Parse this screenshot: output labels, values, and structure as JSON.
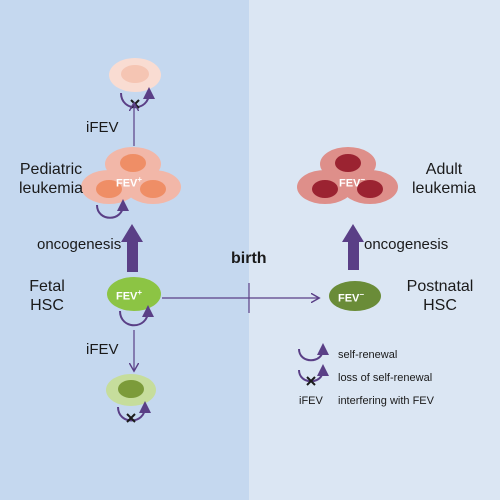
{
  "labels": {
    "ifev_top": "iFEV",
    "pediatric_leukemia": "Pediatric leukemia",
    "pediatric_line1": "Pediatric",
    "pediatric_line2": "leukemia",
    "oncogenesis_left": "oncogenesis",
    "fetal_line1": "Fetal",
    "fetal_line2": "HSC",
    "ifev_bottom": "iFEV",
    "birth": "birth",
    "adult_line1": "Adult",
    "adult_line2": "leukemia",
    "oncogenesis_right": "oncogenesis",
    "postnatal_line1": "Postnatal",
    "postnatal_line2": "HSC"
  },
  "cells": {
    "fev_plus_pediatric": "FEV",
    "fev_plus_pediatric_sup": "+",
    "fev_plus_fetal": "FEV",
    "fev_plus_fetal_sup": "+",
    "fev_minus_adult": "FEV",
    "fev_minus_adult_sup": "−",
    "fev_minus_postnatal": "FEV",
    "fev_minus_postnatal_sup": "−"
  },
  "legend": {
    "self_renewal": "self-renewal",
    "loss_of_self_renewal": "loss of self-renewal",
    "ifev_key": "iFEV",
    "ifev_meaning": "interfering with FEV"
  },
  "colors": {
    "left_panel": "#c5d8ef",
    "right_panel": "#dbe6f3",
    "arrow_purple": "#5a3f86",
    "fetal_green": "#8cc444",
    "postnatal_green": "#6a8c38",
    "pediatric_pink": "#f0a58c",
    "adult_red": "#d9736f"
  }
}
